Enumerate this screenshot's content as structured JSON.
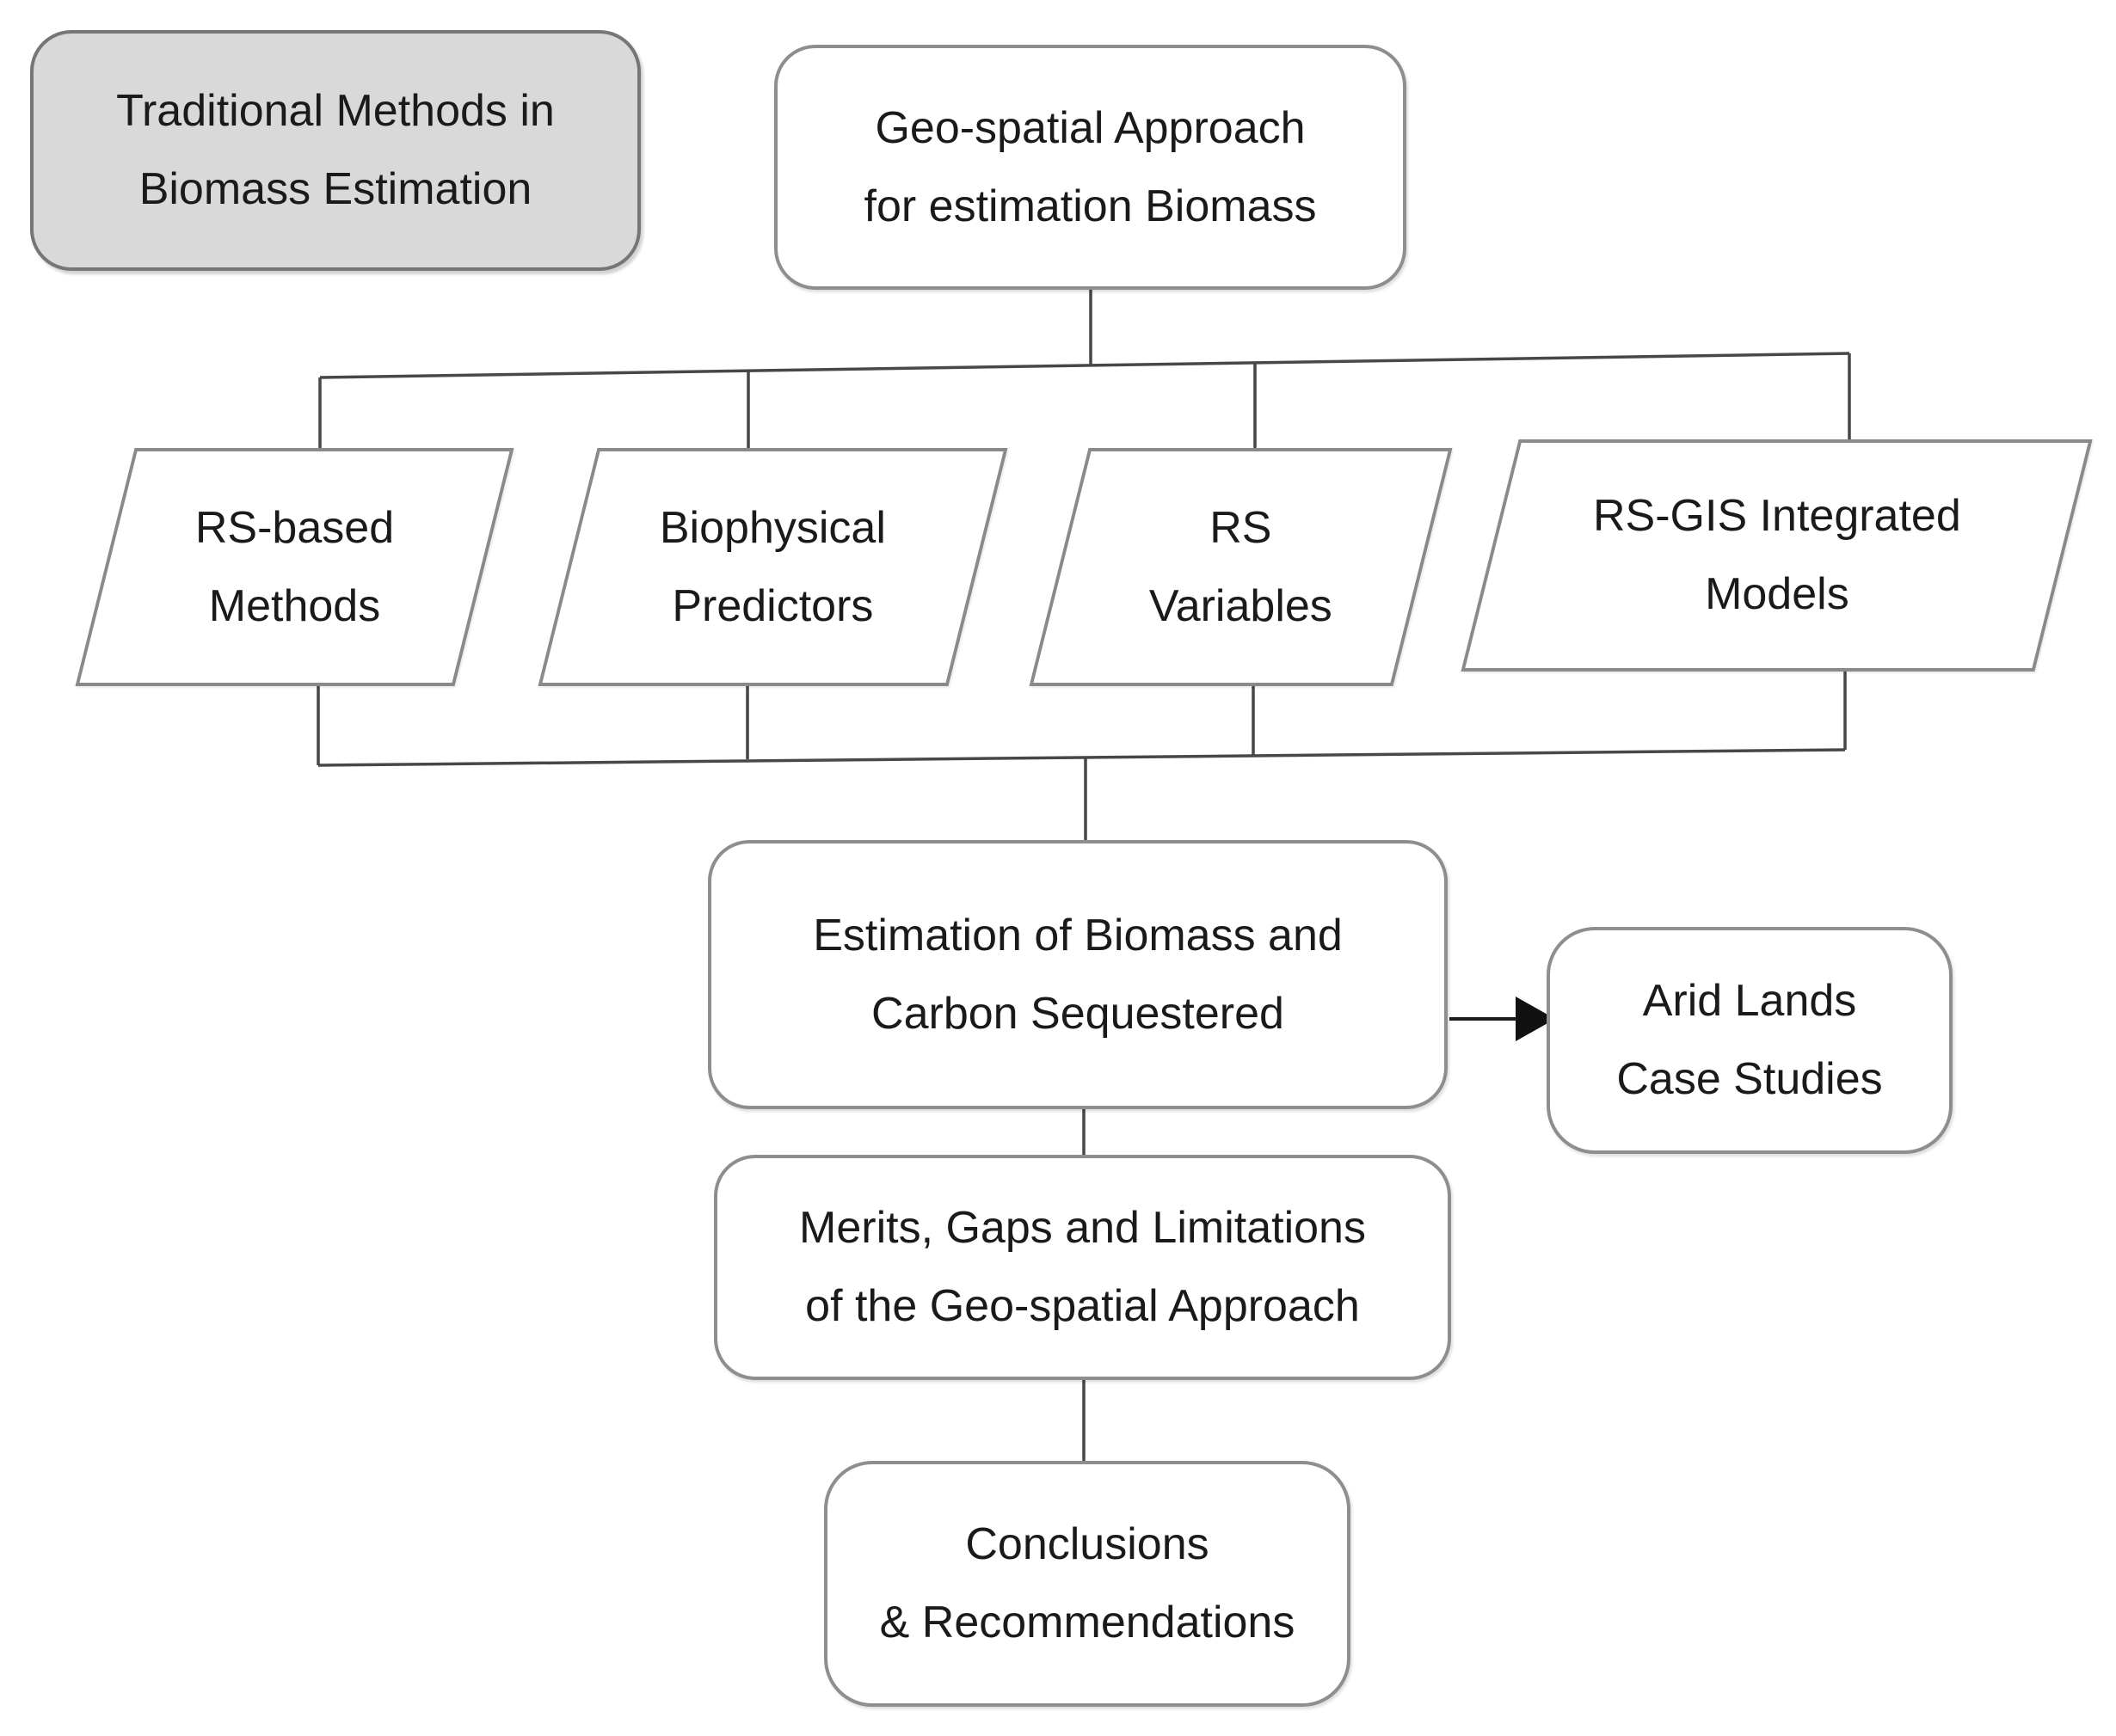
{
  "colors": {
    "background": "#ffffff",
    "node_fill": "#ffffff",
    "traditional_fill": "#d9d9d9",
    "node_border": "#8e8e8e",
    "traditional_border": "#767676",
    "connector": "#474747",
    "arrow": "#1c1c1c",
    "text": "#1a1a1a"
  },
  "nodes": {
    "traditional": {
      "label": "Traditional Methods in\nBiomass Estimation",
      "shape": "rounded-rect",
      "fill": "#d9d9d9"
    },
    "geospatial": {
      "label": "Geo-spatial Approach\nfor estimation Biomass",
      "shape": "rounded-rect",
      "fill": "#ffffff"
    },
    "rs_based": {
      "label": "RS-based\nMethods",
      "shape": "parallelogram",
      "fill": "#ffffff"
    },
    "biophysical": {
      "label": "Biophysical\nPredictors",
      "shape": "parallelogram",
      "fill": "#ffffff"
    },
    "rs_variables": {
      "label": "RS\nVariables",
      "shape": "parallelogram",
      "fill": "#ffffff"
    },
    "rs_gis": {
      "label": "RS-GIS Integrated\nModels",
      "shape": "parallelogram",
      "fill": "#ffffff"
    },
    "estimation": {
      "label": "Estimation of Biomass and\nCarbon Sequestered",
      "shape": "rounded-rect",
      "fill": "#ffffff"
    },
    "arid_lands": {
      "label": "Arid Lands\nCase Studies",
      "shape": "rounded-rect",
      "fill": "#ffffff"
    },
    "merits": {
      "label": "Merits, Gaps and Limitations\nof the Geo-spatial Approach",
      "shape": "rounded-rect",
      "fill": "#ffffff"
    },
    "conclusions": {
      "label": "Conclusions\n&  Recommendations",
      "shape": "rounded-rect",
      "fill": "#ffffff"
    }
  },
  "edges": [
    {
      "from": "geospatial",
      "to": "rs_based",
      "arrow": false
    },
    {
      "from": "geospatial",
      "to": "biophysical",
      "arrow": false
    },
    {
      "from": "geospatial",
      "to": "rs_variables",
      "arrow": false
    },
    {
      "from": "geospatial",
      "to": "rs_gis",
      "arrow": false
    },
    {
      "from": "rs_based",
      "to": "estimation",
      "arrow": false
    },
    {
      "from": "biophysical",
      "to": "estimation",
      "arrow": false
    },
    {
      "from": "rs_variables",
      "to": "estimation",
      "arrow": false
    },
    {
      "from": "rs_gis",
      "to": "estimation",
      "arrow": false
    },
    {
      "from": "estimation",
      "to": "arid_lands",
      "arrow": true
    },
    {
      "from": "estimation",
      "to": "merits",
      "arrow": false
    },
    {
      "from": "merits",
      "to": "conclusions",
      "arrow": false
    }
  ]
}
